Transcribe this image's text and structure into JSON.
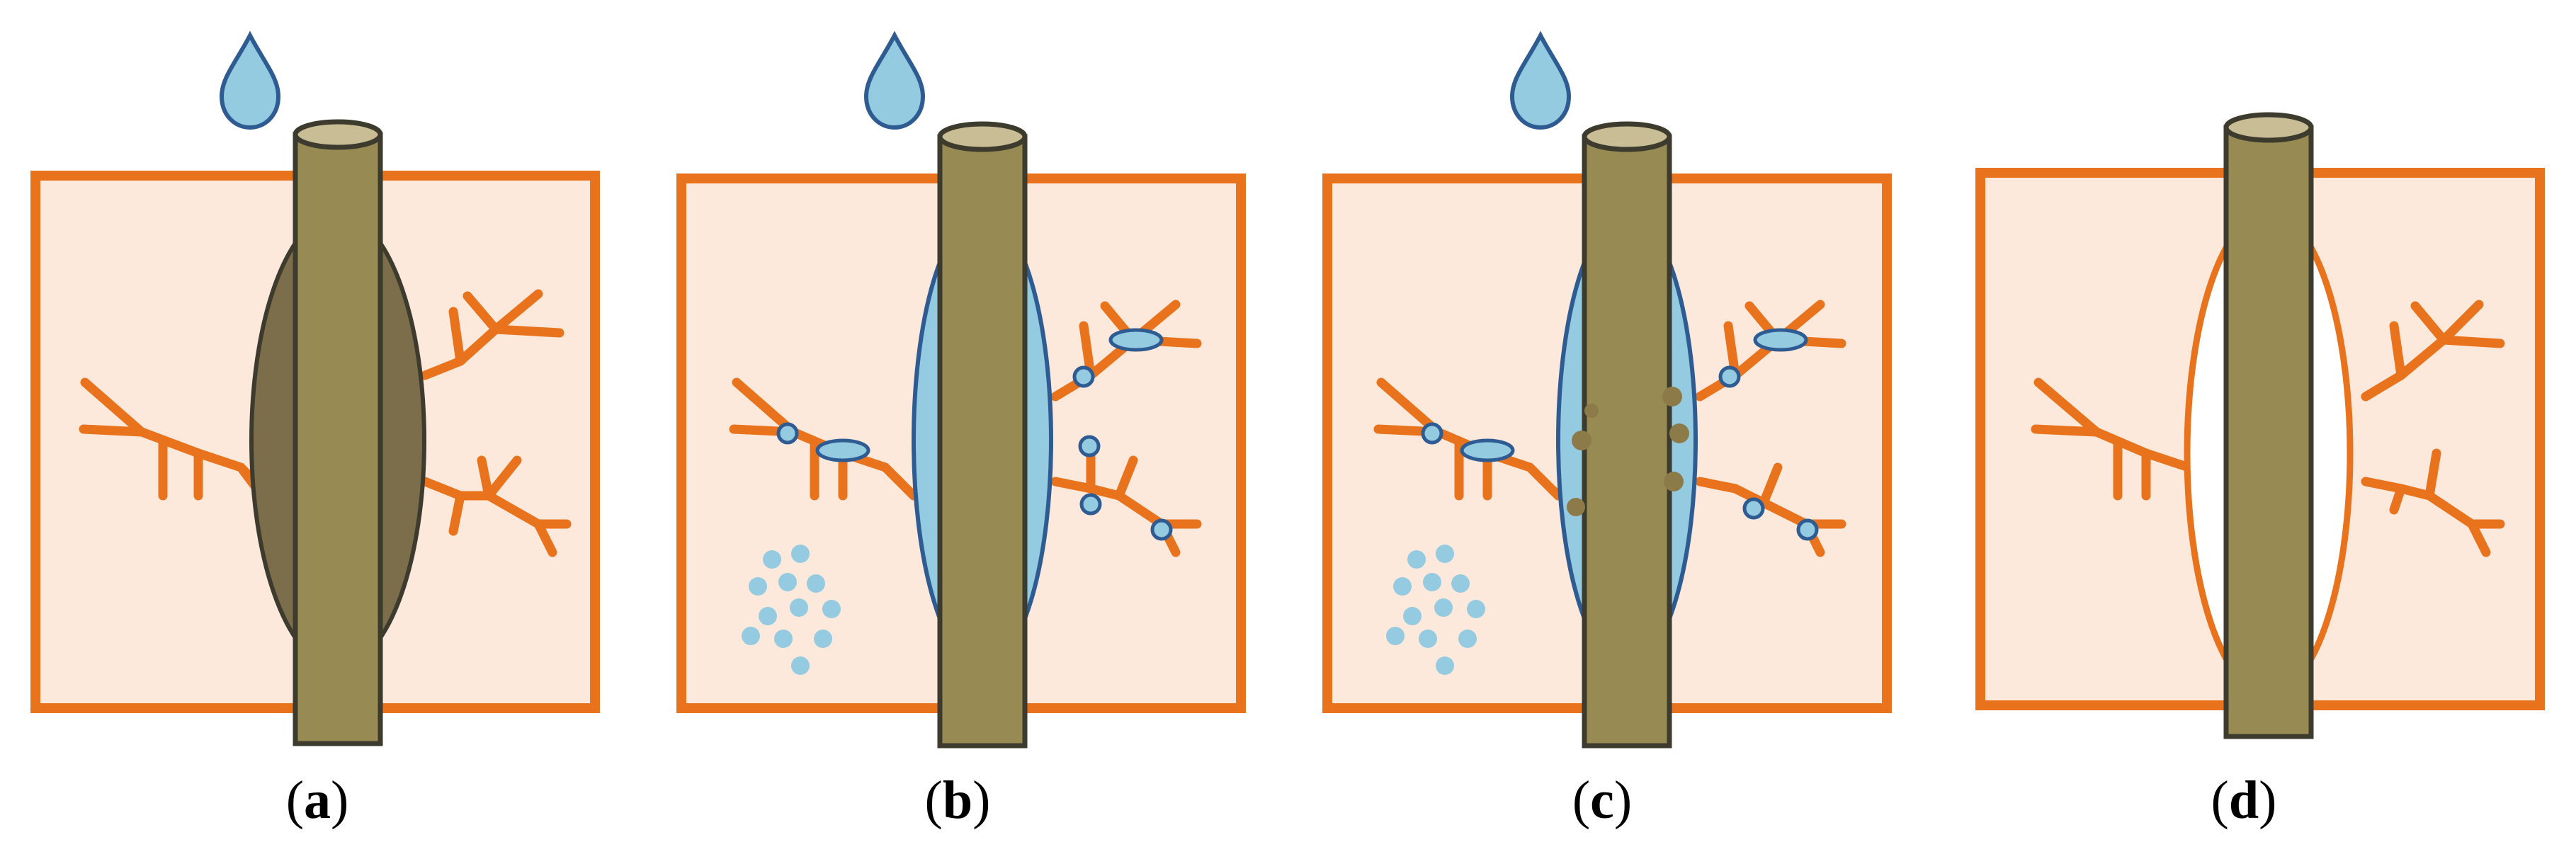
{
  "figure": {
    "panels": [
      {
        "letter": "a",
        "state": "fiber with resin/sizing coating over cracked matrix"
      },
      {
        "letter": "b",
        "state": "water ingress: fluid layer around fiber, molecules at crack sites"
      },
      {
        "letter": "c",
        "state": "fiber surface degradation with particles in fluid"
      },
      {
        "letter": "d",
        "state": "debonded interface leaving void around fiber"
      }
    ],
    "colors": {
      "matrix_fill": "#fde9dc",
      "matrix_border": "#e8731c",
      "crack": "#e8731c",
      "fiber": "#978a52",
      "fiber_top": "#c9bd95",
      "fiber_outline": "#3d3a2e",
      "coating_fill": "#7d6e4b",
      "water_fill": "#94cbe0",
      "water_outline": "#2f5b93",
      "particle": "#8c7a49"
    }
  }
}
